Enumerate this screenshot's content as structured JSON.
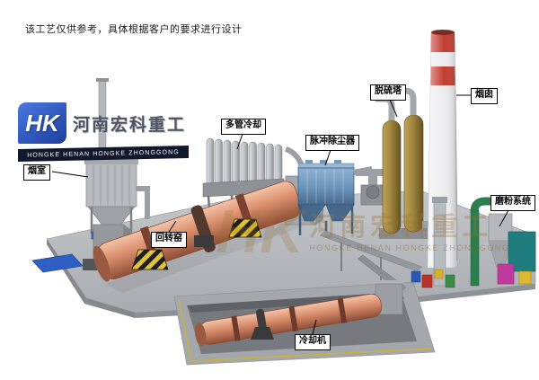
{
  "disclaimer": "该工艺仅供参考，具体根据客户的要求进行设计",
  "logo": {
    "monogram": "HK",
    "company_cn": "河南宏科重工",
    "company_en": "HONGKE  HENAN HONGKE ZHONGGONG"
  },
  "watermark": {
    "monogram": "HK",
    "company_cn": "河南宏科重工",
    "company_en": "HONGKE HENAN HONGKE ZHONGGONG"
  },
  "equipment_labels": {
    "smoke_chamber": "烟室",
    "multi_tube_cooler": "多管冷却",
    "pulse_dust_collector": "脉冲除尘器",
    "desulfurization_tower": "脱硫塔",
    "chimney": "烟囱",
    "grinding_system": "磨粉系统",
    "rotary_kiln": "回转窑",
    "cooling_machine": "冷却机"
  },
  "colors": {
    "kiln_shell": "#d98e70",
    "dust_collector_blue": "#6a92b8",
    "desulf_tower_tan": "#a0863c",
    "chimney_red": "#c23b2e",
    "platform_gray": "#b4b7bb",
    "logo_blue": "#2a4fb0",
    "hazard_yellow": "#e3c32e"
  }
}
